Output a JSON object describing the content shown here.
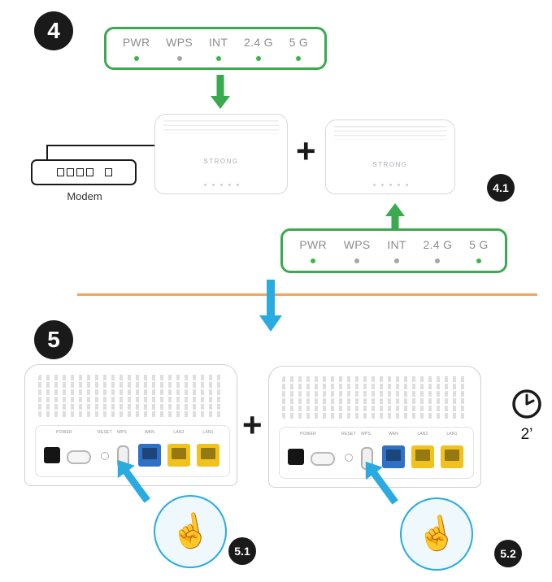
{
  "page": {
    "step4_number": "4",
    "step5_number": "5",
    "badge_41": "4.1",
    "badge_51": "5.1",
    "badge_52": "5.2",
    "plus": "+",
    "timer_label": "2’"
  },
  "led_panel_top": {
    "labels": [
      "PWR",
      "WPS",
      "INT",
      "2.4 G",
      "5 G"
    ],
    "dots": [
      "#3DB54A",
      "#A6A6A6",
      "#3DB54A",
      "#3DB54A",
      "#3DB54A"
    ]
  },
  "led_panel_bottom": {
    "labels": [
      "PWR",
      "WPS",
      "INT",
      "2.4 G",
      "5 G"
    ],
    "dots": [
      "#3DB54A",
      "#A6A6A6",
      "#A6A6A6",
      "#A6A6A6",
      "#3DB54A"
    ]
  },
  "modem": {
    "label": "Modem"
  },
  "devices": {
    "brand": "STRONG"
  },
  "rear_labels": {
    "power": "POWER",
    "reset": "RESET",
    "wps": "WPS",
    "wan": "WAN",
    "lan2": "LAN2",
    "lan1": "LAN1"
  },
  "icons": {
    "tap_hand": "☝"
  },
  "colors": {
    "green": "#3AAA4E",
    "blue": "#29ABE2",
    "orange": "#F2A55C",
    "wan_port": "#2E71C6",
    "lan_port": "#F2C21C",
    "badge": "#1A1A1A"
  }
}
